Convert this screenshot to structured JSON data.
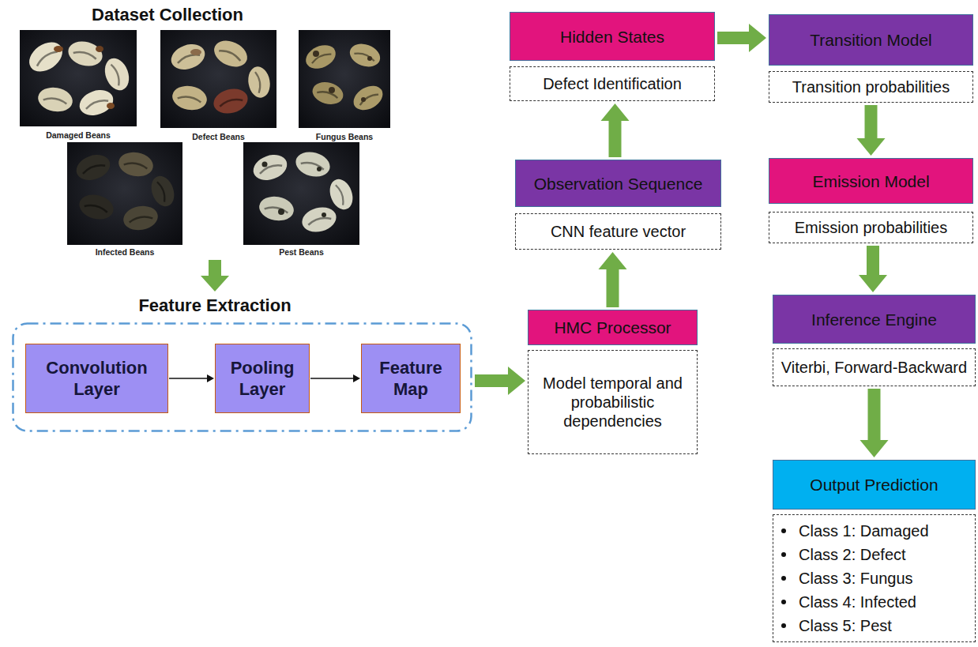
{
  "diagram": {
    "nodes": [
      {
        "text": [
          "Dataset Collection"
        ]
      },
      {
        "text": [
          "Damaged Beans"
        ],
        "in": 0
      },
      {
        "text": [
          "Defect Beans"
        ],
        "in": 0
      },
      {
        "text": [
          "Fungus Beans"
        ],
        "in": 0
      },
      {
        "text": [
          "Infected Beans"
        ],
        "in": 0
      },
      {
        "text": [
          "Pest Beans"
        ],
        "in": 0
      },
      {
        "text": [
          "Feature Extraction"
        ]
      },
      {
        "text": [
          "Convolution Layer"
        ],
        "in": 6
      },
      {
        "text": [
          "Pooling Layer"
        ],
        "in": 6
      },
      {
        "text": [
          "Feature Map"
        ],
        "in": 6
      },
      {
        "text": [
          "HMC Processor",
          "Model temporal and probabilistic dependencies"
        ]
      },
      {
        "text": [
          "Observation Sequence",
          "CNN feature vector"
        ]
      },
      {
        "text": [
          "Hidden States",
          "Defect Identification"
        ]
      },
      {
        "text": [
          "Transition Model",
          "Transition probabilities"
        ]
      },
      {
        "text": [
          "Emission Model",
          "Emission probabilities"
        ]
      },
      {
        "text": [
          "Inference Engine",
          "Viterbi, Forward-Backward"
        ]
      },
      {
        "text": [
          "Output Prediction",
          "Class 1: Damaged",
          "Class 2: Defect",
          "Class 3: Fungus",
          "Class 4: Infected",
          "Class 5: Pest"
        ]
      }
    ],
    "edges": [
      {
        "from": 0,
        "to": 6,
        "arrow": "to"
      },
      {
        "from": 7,
        "to": 8,
        "arrow": "to"
      },
      {
        "from": 8,
        "to": 9,
        "arrow": "to"
      },
      {
        "from": 6,
        "to": 10,
        "arrow": "to"
      },
      {
        "from": 10,
        "to": 11,
        "arrow": "to"
      },
      {
        "from": 11,
        "to": 12,
        "arrow": "to"
      },
      {
        "from": 12,
        "to": 13,
        "arrow": "to"
      },
      {
        "from": 13,
        "to": 14,
        "arrow": "to"
      },
      {
        "from": 14,
        "to": 15,
        "arrow": "to"
      },
      {
        "from": 15,
        "to": 16,
        "arrow": "to"
      }
    ]
  }
}
